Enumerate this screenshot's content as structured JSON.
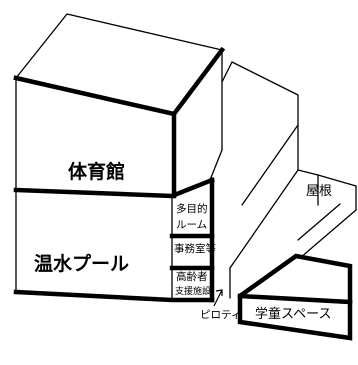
{
  "labels": {
    "gym": "体育館",
    "pool": "温水プール",
    "multipurpose_line1": "多目的",
    "multipurpose_line2": "ルーム",
    "office": "事務室等",
    "elderly_line1": "高齢者",
    "elderly_line2": "支援施設",
    "roof": "屋根",
    "after_school": "学童スペース",
    "piloti": "ピロティ"
  },
  "colors": {
    "line": "#000000",
    "background": "#ffffff"
  }
}
